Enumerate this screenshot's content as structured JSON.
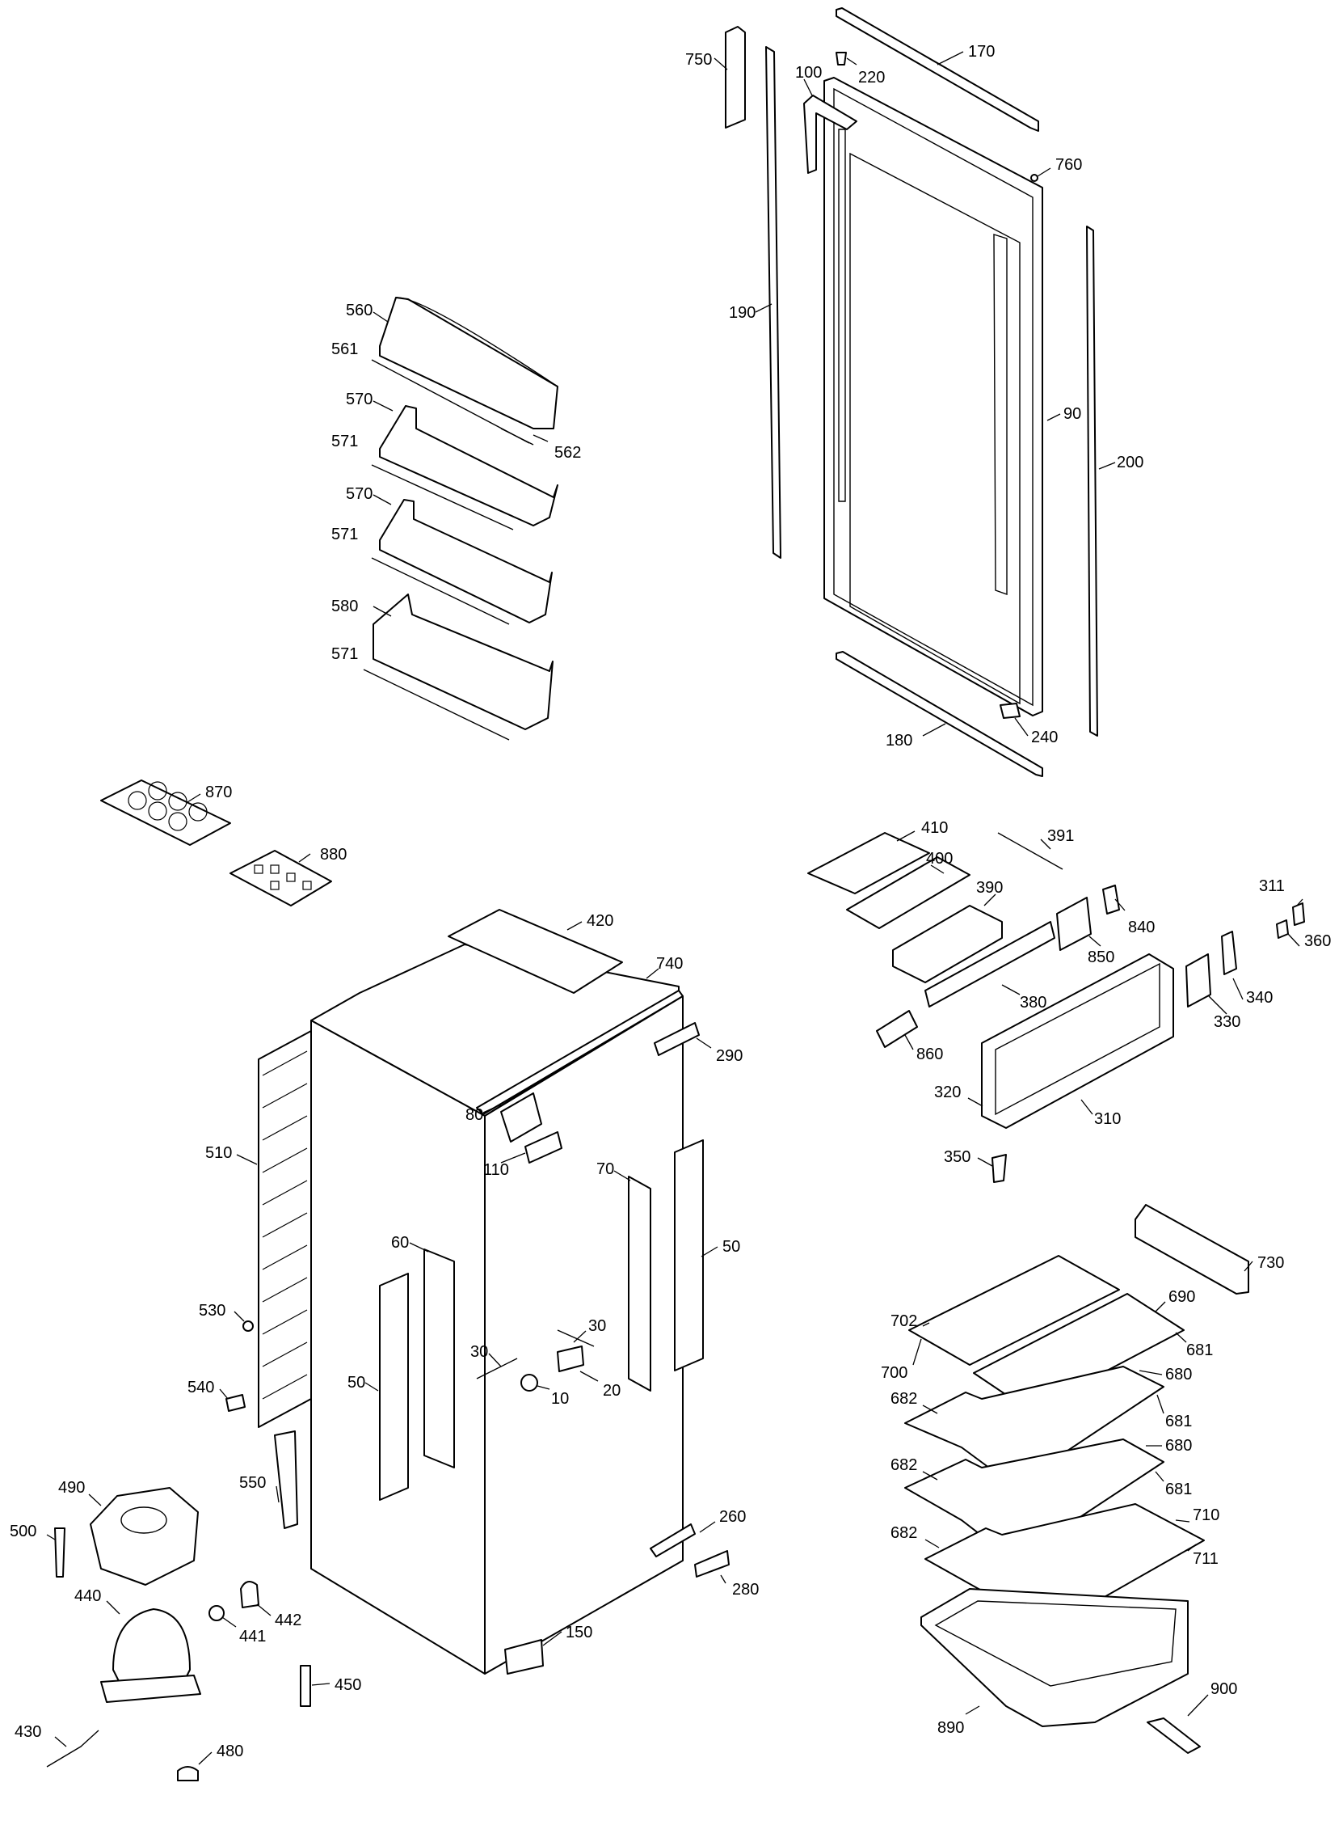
{
  "labels": {
    "p750": "750",
    "p100": "100",
    "p220": "220",
    "p170": "170",
    "p760": "760",
    "p190": "190",
    "p90": "90",
    "p200": "200",
    "p180": "180",
    "p240": "240",
    "p560": "560",
    "p561": "561",
    "p562": "562",
    "p570a": "570",
    "p571a": "571",
    "p570b": "570",
    "p571b": "571",
    "p580": "580",
    "p571c": "571",
    "p870": "870",
    "p880": "880",
    "p420": "420",
    "p740": "740",
    "p290": "290",
    "p80": "80",
    "p110": "110",
    "p510": "510",
    "p70": "70",
    "p50a": "50",
    "p60": "60",
    "p530": "530",
    "p30a": "30",
    "p30b": "30",
    "p20": "20",
    "p10": "10",
    "p540": "540",
    "p50b": "50",
    "p550": "550",
    "p490": "490",
    "p500": "500",
    "p440": "440",
    "p441": "441",
    "p442": "442",
    "p450": "450",
    "p430": "430",
    "p480": "480",
    "p260": "260",
    "p280": "280",
    "p150": "150",
    "p410": "410",
    "p391": "391",
    "p400": "400",
    "p390": "390",
    "p311": "311",
    "p840": "840",
    "p360": "360",
    "p850": "850",
    "p380": "380",
    "p340": "340",
    "p330": "330",
    "p860": "860",
    "p320": "320",
    "p310": "310",
    "p350": "350",
    "p730": "730",
    "p690": "690",
    "p702": "702",
    "p681a": "681",
    "p700": "700",
    "p680a": "680",
    "p682a": "682",
    "p681b": "681",
    "p680b": "680",
    "p682b": "682",
    "p681c": "681",
    "p710": "710",
    "p682c": "682",
    "p711": "711",
    "p900": "900",
    "p890": "890"
  }
}
